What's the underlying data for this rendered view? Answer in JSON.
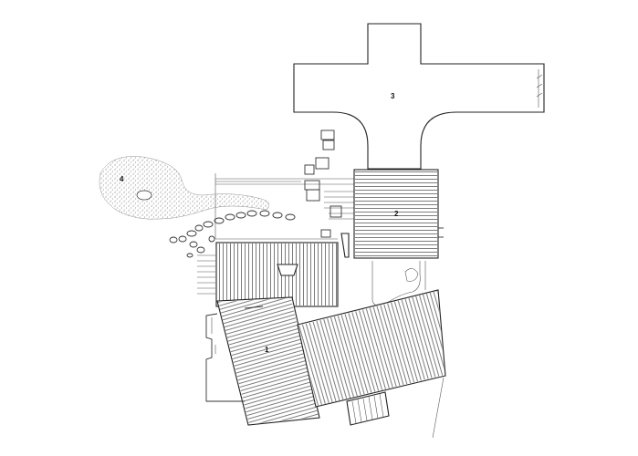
{
  "labels": {
    "one": "1",
    "two": "2",
    "three": "3",
    "four": "4"
  },
  "colors": {
    "line": "#333333",
    "hatch": "#555555",
    "background": "#ffffff"
  }
}
